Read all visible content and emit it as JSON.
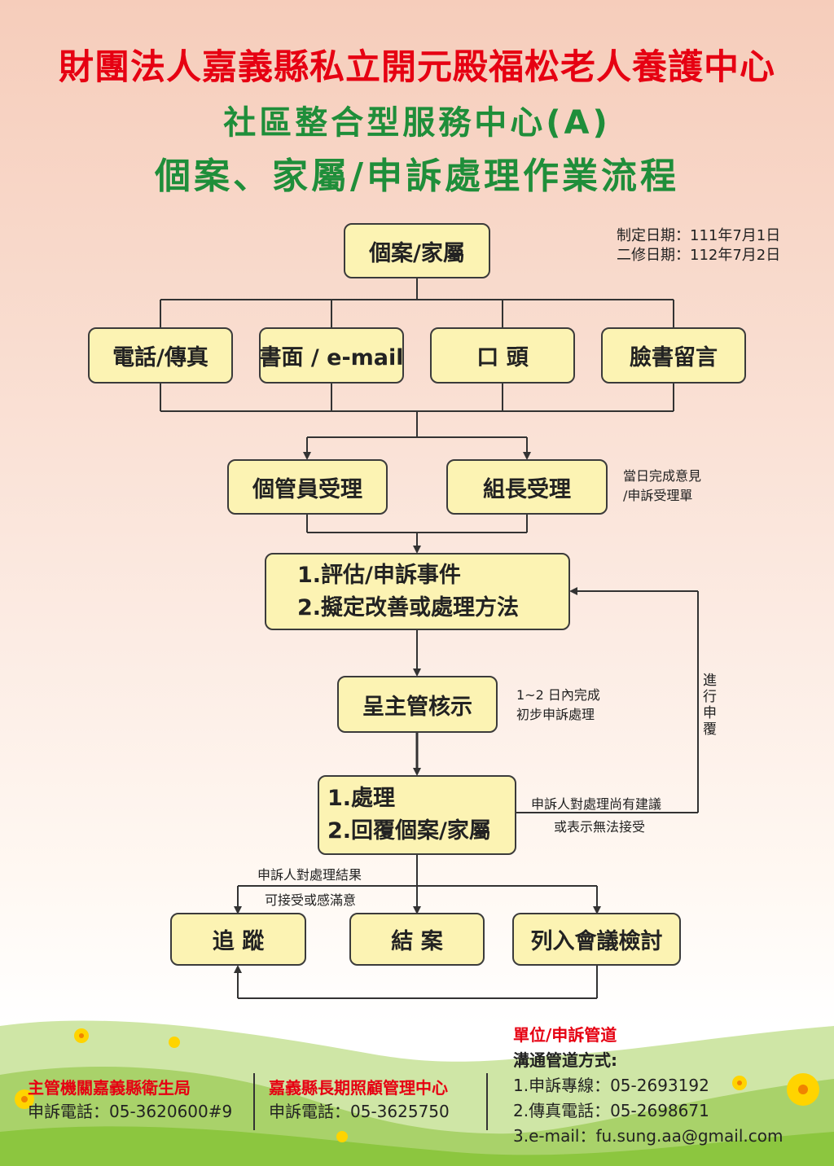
{
  "header": {
    "title_line1": "財團法人嘉義縣私立開元殿福松老人養護中心",
    "title_line2": "社區整合型服務中心(A)",
    "title_line3": "個案、家屬/申訴處理作業流程"
  },
  "dates": {
    "established": "制定日期：111年7月1日",
    "revised": "二修日期：112年7月2日"
  },
  "flow": {
    "source": "個案/家屬",
    "channels": [
      "電話/傳真",
      "書面 / e-mail",
      "口 頭",
      "臉書留言"
    ],
    "receivers": [
      "個管員受理",
      "組長受理"
    ],
    "receive_note_1": "當日完成意見",
    "receive_note_2": "/申訴受理單",
    "assess_1": "1.評估/申訴事件",
    "assess_2": "2.擬定改善或處理方法",
    "report": "呈主管核示",
    "report_note_1": "1~2 日內完成",
    "report_note_2": "初步申訴處理",
    "handle_1": "1.處理",
    "handle_2": "2.回覆個案/家屬",
    "feedback_note_1": "申訴人對處理尚有建議",
    "feedback_note_2": "或表示無法接受",
    "resubmit_label": "進行申覆",
    "accept_note_1": "申訴人對處理結果",
    "accept_note_2": "可接受或感滿意",
    "outcomes": [
      "追 蹤",
      "結 案",
      "列入會議檢討"
    ]
  },
  "footer": {
    "authority_label": "主管機關嘉義縣衛生局",
    "authority_phone": "申訴電話：05-3620600#9",
    "center_label": "嘉義縣長期照顧管理中心",
    "center_phone": "申訴電話：05-3625750",
    "unit_label": "單位/申訴管道",
    "channel_title": "溝通管道方式:",
    "channel_1": "1.申訴專線：05-2693192",
    "channel_2": "2.傳真電話：05-2698671",
    "channel_3": "3.e-mail：fu.sung.aa@gmail.com"
  },
  "colors": {
    "title_red": "#e60012",
    "title_green": "#1f8e3a",
    "box_fill": "#fcf3b3",
    "grass_green": "#8cc63f"
  }
}
